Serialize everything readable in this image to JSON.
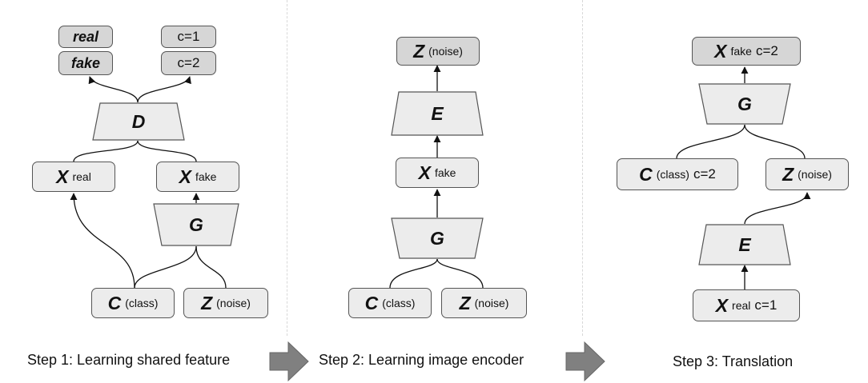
{
  "step1": {
    "real_tag": "real",
    "fake_tag": "fake",
    "c1": "c=1",
    "c2": "c=2",
    "D": "D",
    "G": "G",
    "X": "X",
    "real_sub": "real",
    "fake_sub": "fake",
    "C": "C",
    "class_sub": "(class)",
    "Z": "Z",
    "noise_sub": "(noise)",
    "caption": "Step 1: Learning shared feature"
  },
  "step2": {
    "Z": "Z",
    "noise_sub": "(noise)",
    "E": "E",
    "X": "X",
    "fake_sub": "fake",
    "G": "G",
    "C": "C",
    "class_sub": "(class)",
    "Z2": "Z",
    "noise_sub2": "(noise)",
    "caption": "Step 2: Learning image encoder"
  },
  "step3": {
    "X": "X",
    "fake_sub": "fake",
    "c_top": "c=2",
    "G": "G",
    "C": "C",
    "class_sub": "(class)",
    "c_mid": "c=2",
    "Z": "Z",
    "noise_sub": "(noise)",
    "E": "E",
    "X2": "X",
    "real_sub": "real",
    "c_bot": "c=1",
    "caption": "Step 3: Translation"
  },
  "colors": {
    "box": "#ececec",
    "box_dark": "#d6d6d6",
    "stroke": "#555555",
    "arrow": "#808080"
  }
}
